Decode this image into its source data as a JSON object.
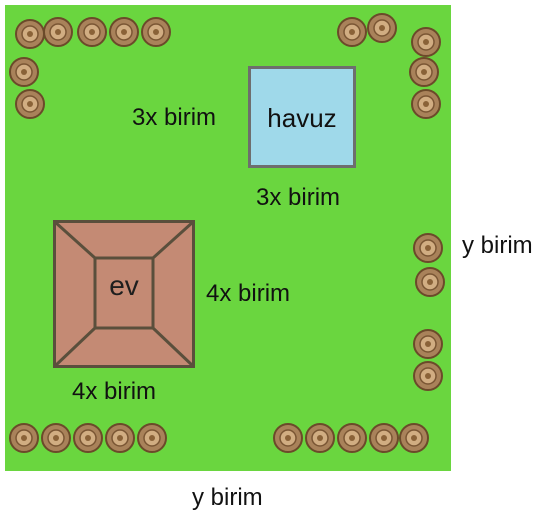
{
  "diagram": {
    "pool": {
      "label": "havuz",
      "left_side": "3x birim",
      "bottom_side": "3x birim"
    },
    "house": {
      "label": "ev",
      "right_side": "4x birim",
      "bottom_side": "4x birim"
    },
    "garden": {
      "right_side": "y birim",
      "bottom_side": "y birim"
    },
    "colors": {
      "grass": "#6ad63f",
      "pool_fill": "#9fd9ea",
      "pool_border": "#6e6e6e",
      "house_fill": "#c48a74",
      "house_lines": "#5a4f3c",
      "bush": "#a9825a"
    }
  }
}
